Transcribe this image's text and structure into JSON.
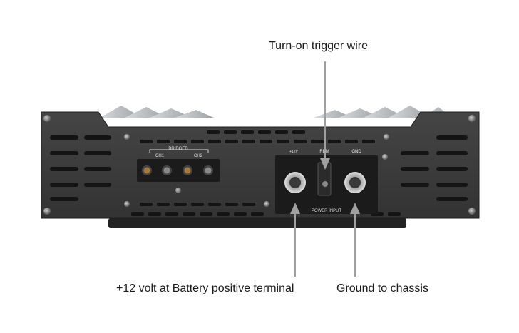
{
  "callouts": {
    "trigger": "Turn-on trigger wire",
    "positive": "+12 volt at Battery positive terminal",
    "ground": "Ground to chassis"
  },
  "panel": {
    "bridged": "BRIDGED",
    "ch1": "CH1",
    "ch2": "CH2",
    "plus12v": "+12V",
    "rem": "REM",
    "gnd": "GND",
    "power_input": "POWER INPUT"
  },
  "colors": {
    "body": "#3c3c3c",
    "body_dark": "#2a2a2a",
    "heatsink": "#b9bcbf",
    "terminal_block": "#1b1b1b",
    "screw": "#9a9a9a",
    "arrow": "#a0a0a0"
  }
}
